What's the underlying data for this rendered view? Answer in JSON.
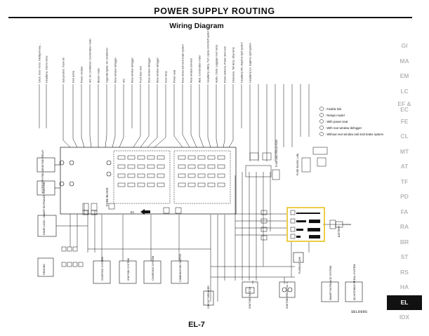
{
  "header": {
    "title": "POWER SUPPLY ROUTING",
    "subtitle": "Wiring Diagram"
  },
  "page": {
    "number": "EL-7",
    "figure_code": "SEL669S"
  },
  "sidebar": {
    "active_color": "#111111",
    "inactive_color": "#b8b8b8",
    "items": [
      {
        "label": "GI",
        "active": false
      },
      {
        "label": "MA",
        "active": false
      },
      {
        "label": "EM",
        "active": false
      },
      {
        "label": "LC",
        "active": false
      },
      {
        "label": "EF &",
        "label2": "EC",
        "active": false
      },
      {
        "label": "FE",
        "active": false
      },
      {
        "label": "CL",
        "active": false
      },
      {
        "label": "MT",
        "active": false
      },
      {
        "label": "AT",
        "active": false
      },
      {
        "label": "TF",
        "active": false
      },
      {
        "label": "PD",
        "active": false
      },
      {
        "label": "FA",
        "active": false
      },
      {
        "label": "RA",
        "active": false
      },
      {
        "label": "BR",
        "active": false
      },
      {
        "label": "ST",
        "active": false
      },
      {
        "label": "RS",
        "active": false
      },
      {
        "label": "HA",
        "active": false
      },
      {
        "label": "EL",
        "active": true
      },
      {
        "label": "IDX",
        "active": false
      }
    ]
  },
  "diagram": {
    "highlight_color": "#e8c21a",
    "left_blocks": {
      "ignition_relay": "IGNITION RELAY",
      "accessory_relay": "ACCESSORY RELAY",
      "door_lock": "DOOR LOCK / SMART ENTRANCE CONTROL",
      "ground": "GROUND"
    },
    "bottom_blocks": {
      "starting": "STARTING SYSTEM",
      "ignition": "IGNITION SYSTEM",
      "charging": "CHARGING SYSTEM",
      "combination": "COMBINATION SWITCH",
      "circuit_breaker": "CIRCUIT BREAKER",
      "ignition_switch": "IGNITION SWITCH",
      "ignition_relay_no2": "IGNITION RELAY No. 2",
      "fuse_link": "FUSIBLE LINK",
      "battery": "BATTERY",
      "smart_entrance": "SMART ENTRANCE SYSTEM",
      "adjustable_pedal": "ADJUSTABLE PEDAL SYSTEM"
    },
    "mid_labels": {
      "fuse_block": "FUSE BLOCK",
      "fuse_relay_box": "FUSE AND RELAY BOX",
      "fuse_block_jb": "FUSE BLOCK (J/B)",
      "arrow_label": "E1"
    },
    "legend": {
      "line1": ": Fusible link",
      "line2": ": Relays model",
      "line3": ": With power seat",
      "line4": ": With rear window defogger",
      "line5": ": Without rear window anti-lock brake system"
    },
    "top_labels": [
      "Clock, Door mirror, Intelligent key ... ",
      "Headlamp, Interior lamp",
      "Sub-junction, Trunk lid",
      "Fuel pump",
      "Power window",
      "A/C, Air conditioner, Combination meter",
      "Blower motor",
      "Cigarette lighter, Air conditioner",
      "Rear window defogger",
      "A/C",
      "Rear window defogger",
      "Front door lock",
      "Rear window defogger",
      "Rear window defogger",
      "Door lamp",
      "Power seat",
      "Rear wheel anti-lock brake system",
      "Rear window anti-lock",
      "ABS, Combination meter",
      "Headlamp (ABS), Turn signal, Anti-theft system",
      "Audio, Clock, Luggage room lamp",
      "Power antenna, Power door lock",
      "Clearance, Tail lamp, Stop lamp",
      "Headlamp RH, Daytime light system",
      "Headlamp LH, Daytime light system"
    ]
  }
}
